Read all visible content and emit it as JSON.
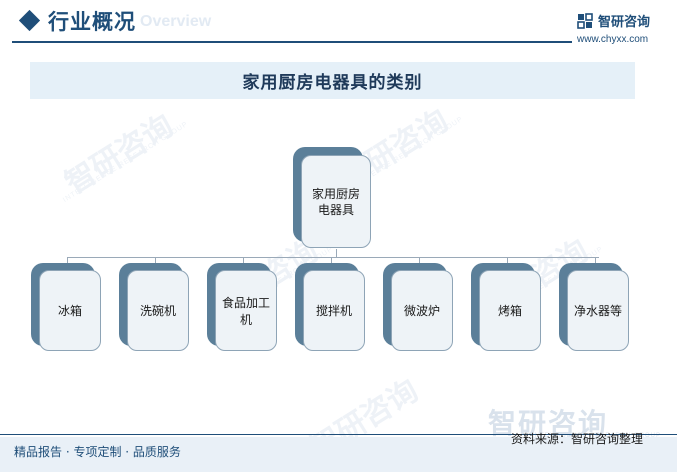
{
  "header": {
    "title": "行业概况",
    "ghost": "Overview",
    "brand_name": "智研咨询",
    "brand_url": "www.chyxx.com"
  },
  "diagram": {
    "title": "家用厨房电器具的类别",
    "root": "家用厨房电器具",
    "children": [
      "冰箱",
      "洗碗机",
      "食品加工机",
      "搅拌机",
      "微波炉",
      "烤箱",
      "净水器等"
    ]
  },
  "watermark": {
    "text": "智研咨询",
    "sub": "INTELLIGENCE RESEARCH GROUP"
  },
  "footer": {
    "tagline": "精品报告 · 专项定制 · 品质服务",
    "source": "资料来源：智研咨询整理",
    "logo": "智研咨询"
  },
  "colors": {
    "primary": "#1f4e79",
    "card_back": "#5b7f99",
    "card_front": "#eef3f7",
    "band": "#e5f0f8"
  }
}
